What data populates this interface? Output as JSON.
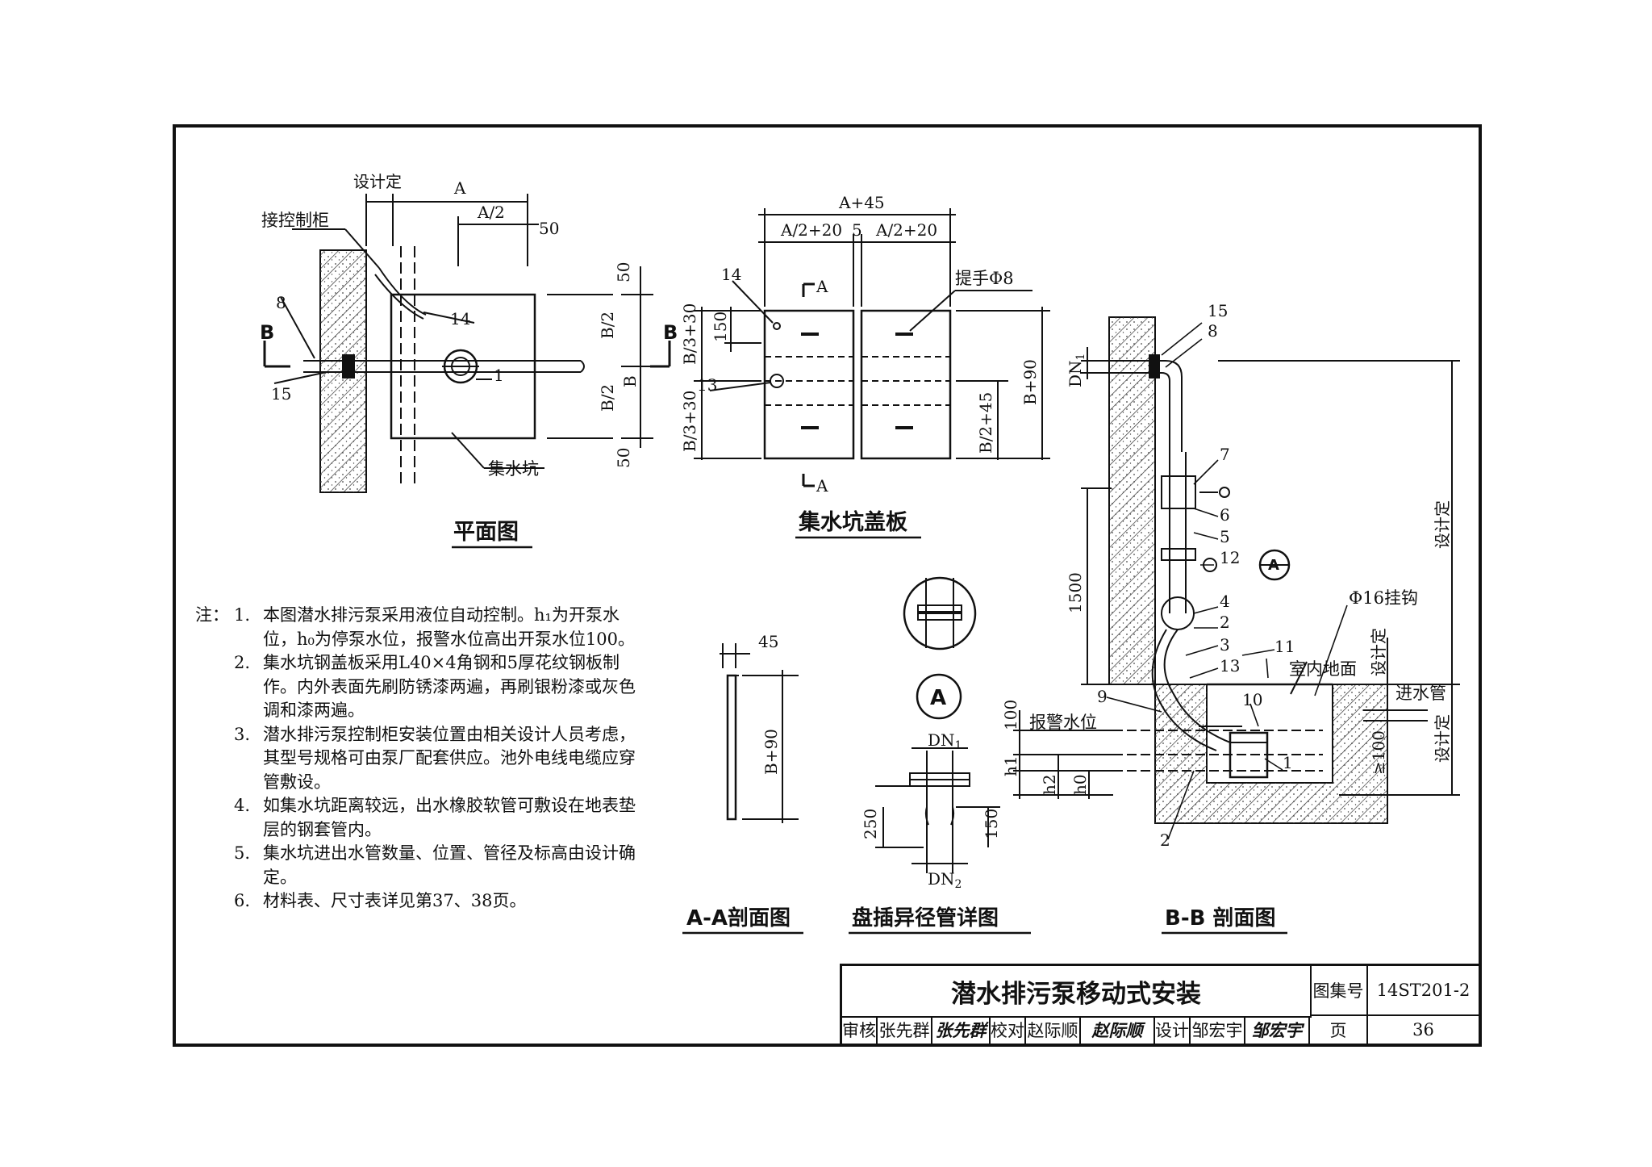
{
  "plan": {
    "title": "平面图",
    "dims": {
      "design": "设计定",
      "A": "A",
      "A2": "A/2",
      "d50": "50",
      "B2a": "B/2",
      "B2b": "B/2",
      "B": "B",
      "d50b": "50",
      "d50c": "50"
    },
    "labels": {
      "cabinet": "接控制柜",
      "pit": "集水坑",
      "B_left": "B",
      "B_right": "B"
    },
    "callouts": {
      "c8": "8",
      "c14": "14",
      "c1": "1",
      "c15": "15"
    }
  },
  "cover": {
    "title": "集水坑盖板",
    "dims": {
      "A45": "A+45",
      "A220a": "A/2+20",
      "d5": "5",
      "A220b": "A/2+20",
      "B330a": "B/3+30",
      "d150": "150",
      "B330b": "B/3+30",
      "B90": "B+90",
      "B245": "B/2+45"
    },
    "labels": {
      "handle": "提手Φ8",
      "A_top": "A",
      "A_bottom": "A"
    },
    "callouts": {
      "c14": "14",
      "c13": "13"
    }
  },
  "aa": {
    "title": "A-A剖面图",
    "dims": {
      "d45": "45",
      "B90": "B+90"
    }
  },
  "detail": {
    "title": "盘插异径管详图",
    "marker": "A",
    "dims": {
      "dn1": "DN",
      "dn1_sub": "1",
      "dn2": "DN",
      "dn2_sub": "2",
      "d250": "250",
      "d150": "150"
    }
  },
  "bb": {
    "title": "B-B 剖面图",
    "dims": {
      "dn1": "DN",
      "dn1_sub": "1",
      "d1500": "1500",
      "d100": "100",
      "h1": "h1",
      "h2": "h2",
      "h0": "h0",
      "ge100": "≥100",
      "design1": "设计定",
      "design2": "设计定",
      "design3": "设计定"
    },
    "labels": {
      "hook": "Φ16挂钩",
      "floor": "室内地面",
      "inlet": "进水管",
      "alarm": "报警水位",
      "marker": "A"
    },
    "callouts": {
      "c15": "15",
      "c8": "8",
      "c7": "7",
      "c6": "6",
      "c5": "5",
      "c12": "12",
      "c4": "4",
      "c2": "2",
      "c3": "3",
      "c11": "11",
      "c13": "13",
      "c9": "9",
      "c10": "10",
      "c1": "1",
      "c2b": "2"
    }
  },
  "notes": {
    "head": "注：",
    "items": [
      {
        "n": "1.",
        "text": "本图潜水排污泵采用液位自动控制。h₁为开泵水位，h₀为停泵水位，报警水位高出开泵水位100。"
      },
      {
        "n": "2.",
        "text": "集水坑钢盖板采用L40×4角钢和5厚花纹钢板制作。内外表面先刷防锈漆两遍，再刷银粉漆或灰色调和漆两遍。"
      },
      {
        "n": "3.",
        "text": "潜水排污泵控制柜安装位置由相关设计人员考虑，其型号规格可由泵厂配套供应。池外电线电缆应穿管敷设。"
      },
      {
        "n": "4.",
        "text": "如集水坑距离较远，出水橡胶软管可敷设在地表垫层的钢套管内。"
      },
      {
        "n": "5.",
        "text": "集水坑进出水管数量、位置、管径及标高由设计确定。"
      },
      {
        "n": "6.",
        "text": "材料表、尺寸表详见第37、38页。"
      }
    ]
  },
  "title_block": {
    "title": "潜水排污泵移动式安装",
    "atlas_label": "图集号",
    "atlas_no": "14ST201-2",
    "review_label": "审核",
    "reviewer": "张先群",
    "check_label": "校对",
    "checker": "赵际顺",
    "design_label": "设计",
    "designer": "邹宏宇",
    "page_label": "页",
    "page_no": "36",
    "sig1": "张先群",
    "sig2": "赵际顺",
    "sig3": "邹宏宇"
  }
}
